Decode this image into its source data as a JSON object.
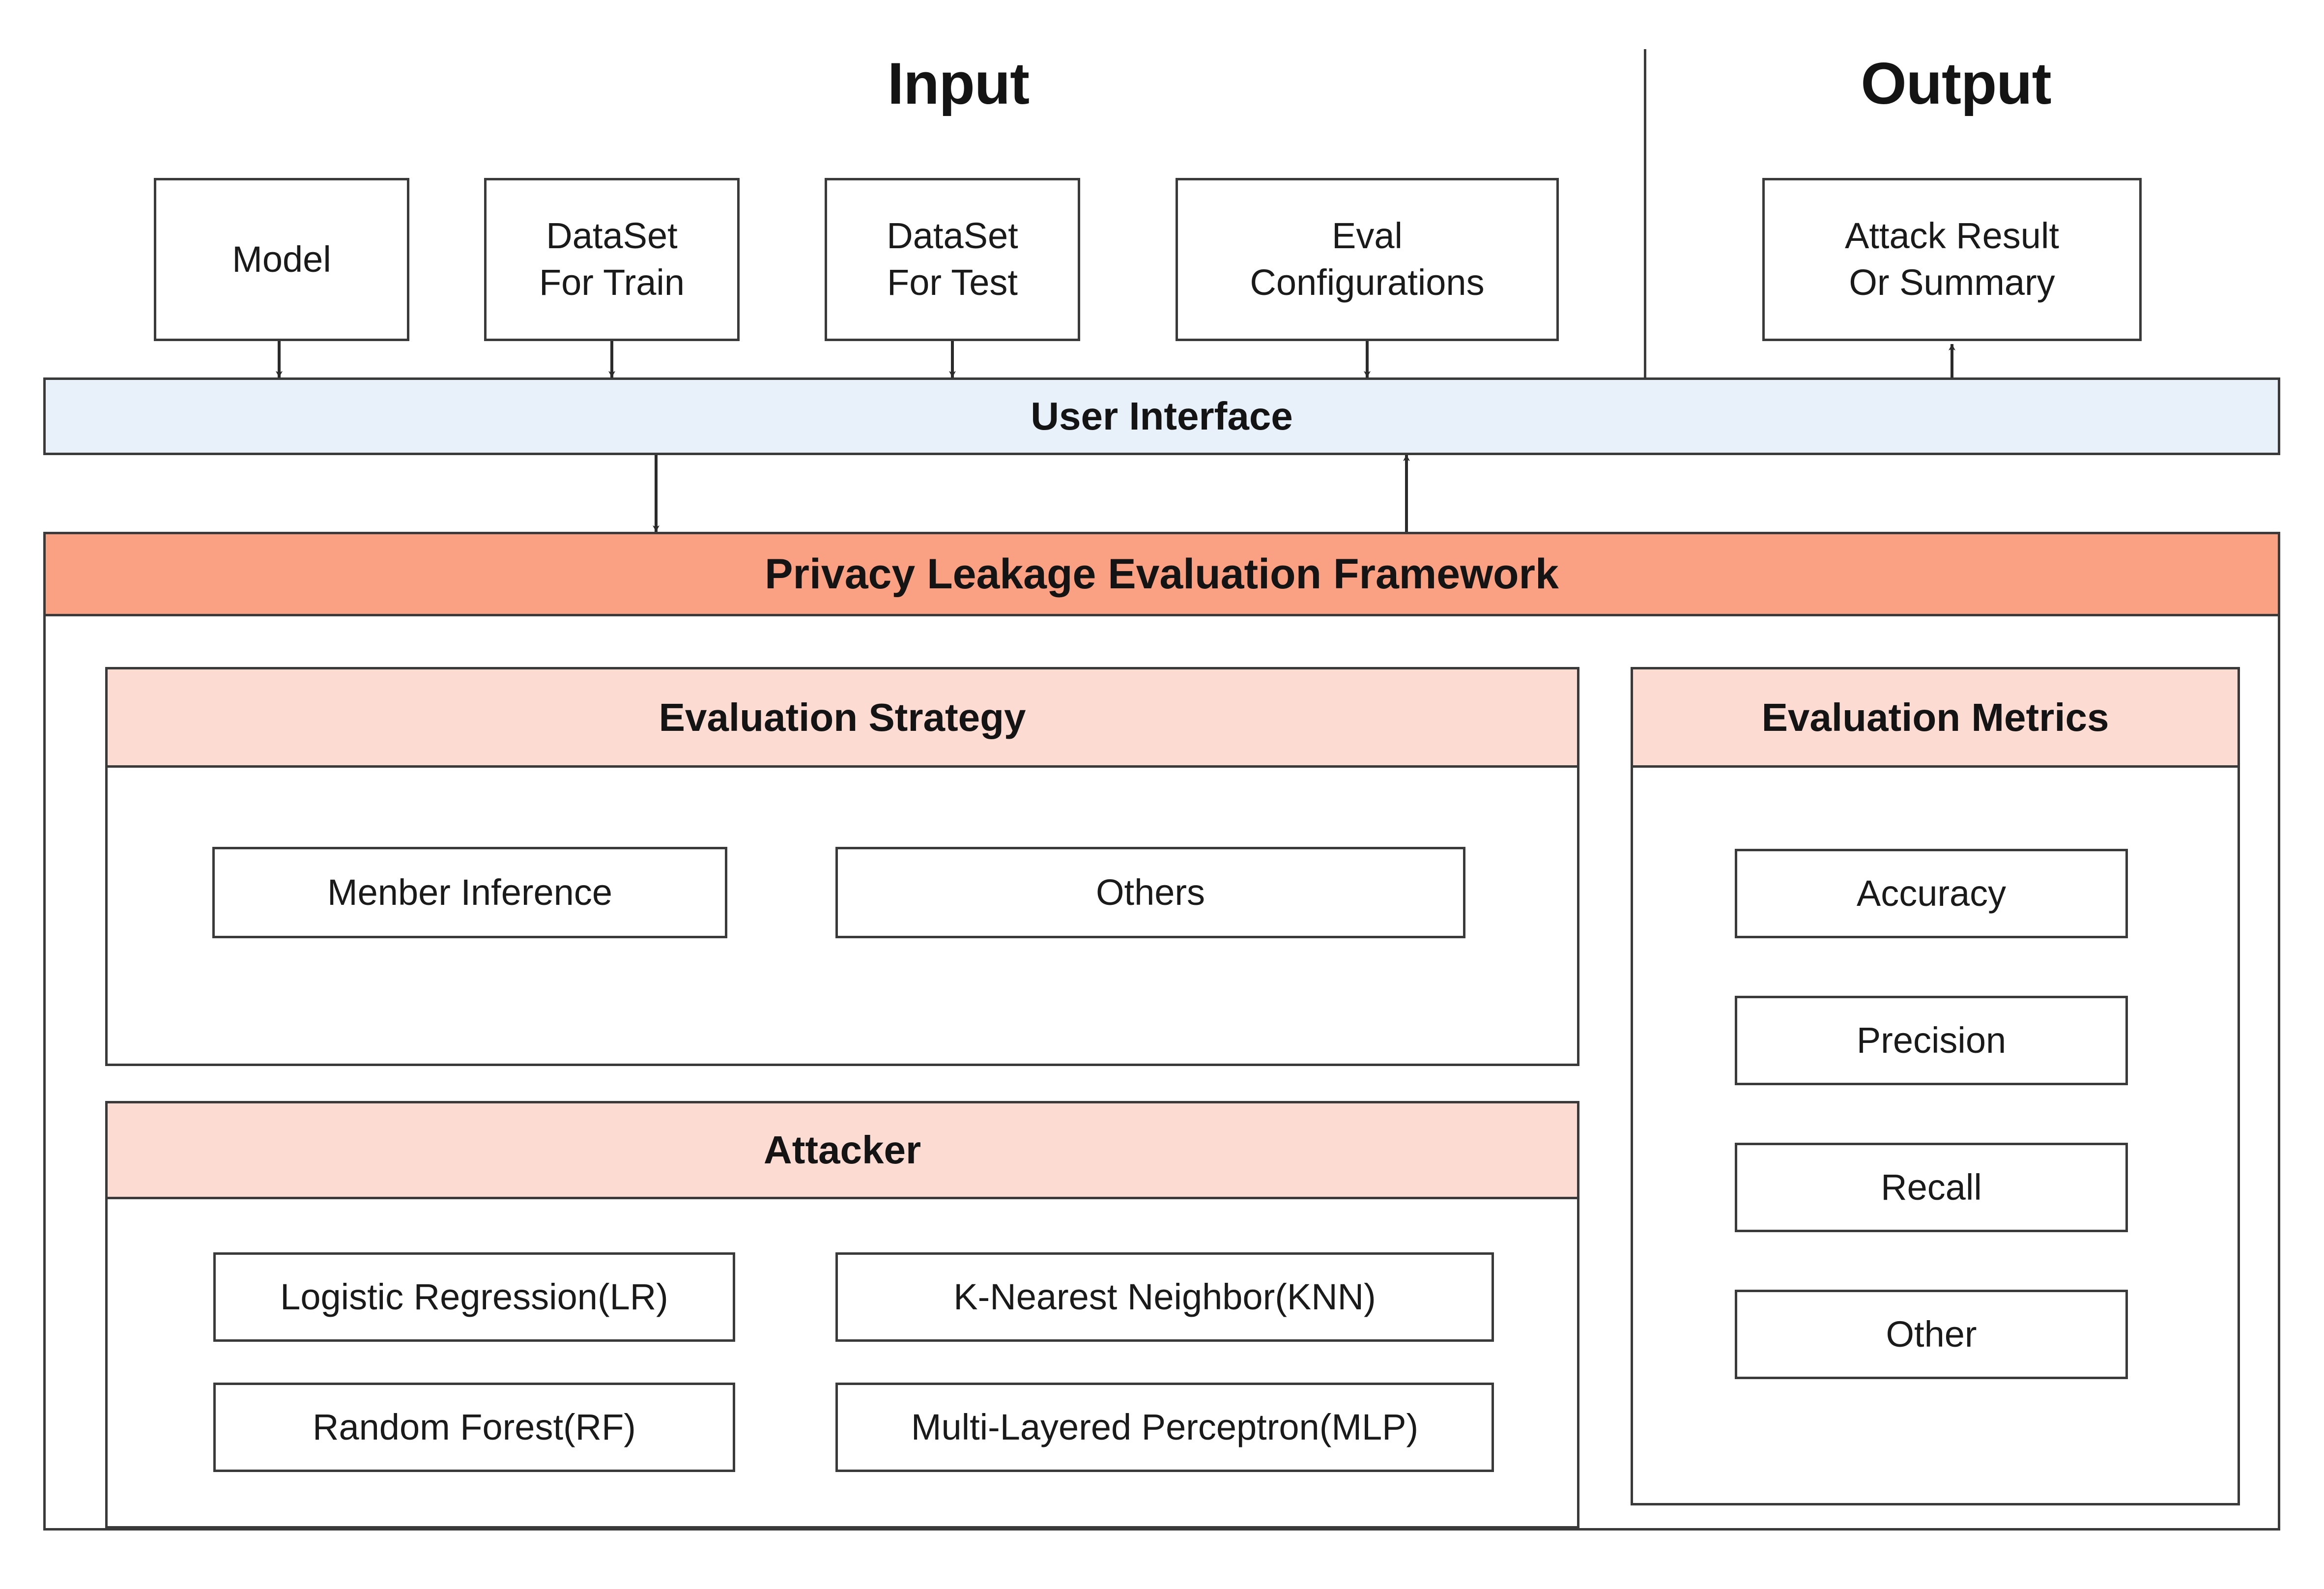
{
  "diagram": {
    "title": "Privacy Leakage Evaluation Framework architecture",
    "colors": {
      "framework_bar": "#faa083",
      "sub_header_bar": "#fcdbd2",
      "user_interface_bar": "#e8f1fa",
      "stroke": "#3a3a3a",
      "text": "#1a1a1a"
    }
  },
  "sections": {
    "input_label": "Input",
    "output_label": "Output"
  },
  "input_nodes": [
    {
      "id": "model",
      "line1": "Model",
      "line2": ""
    },
    {
      "id": "dataset-train",
      "line1": "DataSet",
      "line2": "For Train"
    },
    {
      "id": "dataset-test",
      "line1": "DataSet",
      "line2": "For Test"
    },
    {
      "id": "eval-config",
      "line1": "Eval",
      "line2": "Configurations"
    }
  ],
  "output_nodes": [
    {
      "id": "attack-result",
      "line1": "Attack Result",
      "line2": "Or Summary"
    }
  ],
  "user_interface": {
    "label": "User Interface"
  },
  "framework": {
    "label": "Privacy Leakage Evaluation Framework"
  },
  "evaluation_strategy": {
    "header": "Evaluation Strategy",
    "items": [
      {
        "id": "member-inference",
        "label": "Menber Inference"
      },
      {
        "id": "others",
        "label": "Others"
      }
    ]
  },
  "attacker": {
    "header": "Attacker",
    "items": [
      {
        "id": "logistic-regression",
        "label": "Logistic Regression(LR)"
      },
      {
        "id": "knn",
        "label": "K-Nearest Neighbor(KNN)"
      },
      {
        "id": "random-forest",
        "label": "Random Forest(RF)"
      },
      {
        "id": "mlp",
        "label": "Multi-Layered Perceptron(MLP)"
      }
    ]
  },
  "evaluation_metrics": {
    "header": "Evaluation Metrics",
    "items": [
      {
        "id": "accuracy",
        "label": "Accuracy"
      },
      {
        "id": "precision",
        "label": "Precision"
      },
      {
        "id": "recall",
        "label": "Recall"
      },
      {
        "id": "other",
        "label": "Other"
      }
    ]
  },
  "connections": [
    {
      "id": "model-to-ui",
      "from": "model",
      "to": "user-interface",
      "direction": "down"
    },
    {
      "id": "dataset-train-to-ui",
      "from": "dataset-train",
      "to": "user-interface",
      "direction": "down"
    },
    {
      "id": "dataset-test-to-ui",
      "from": "dataset-test",
      "to": "user-interface",
      "direction": "down"
    },
    {
      "id": "eval-config-to-ui",
      "from": "eval-config",
      "to": "user-interface",
      "direction": "down"
    },
    {
      "id": "ui-to-attack-result",
      "from": "user-interface",
      "to": "attack-result",
      "direction": "up"
    },
    {
      "id": "ui-to-framework",
      "from": "user-interface",
      "to": "framework",
      "direction": "down"
    },
    {
      "id": "framework-to-ui",
      "from": "framework",
      "to": "user-interface",
      "direction": "up"
    },
    {
      "id": "attacker-to-strategy",
      "from": "attacker",
      "to": "evaluation-strategy",
      "direction": "up"
    },
    {
      "id": "metrics-to-strategy",
      "from": "evaluation-metrics",
      "to": "evaluation-strategy",
      "direction": "left"
    }
  ]
}
